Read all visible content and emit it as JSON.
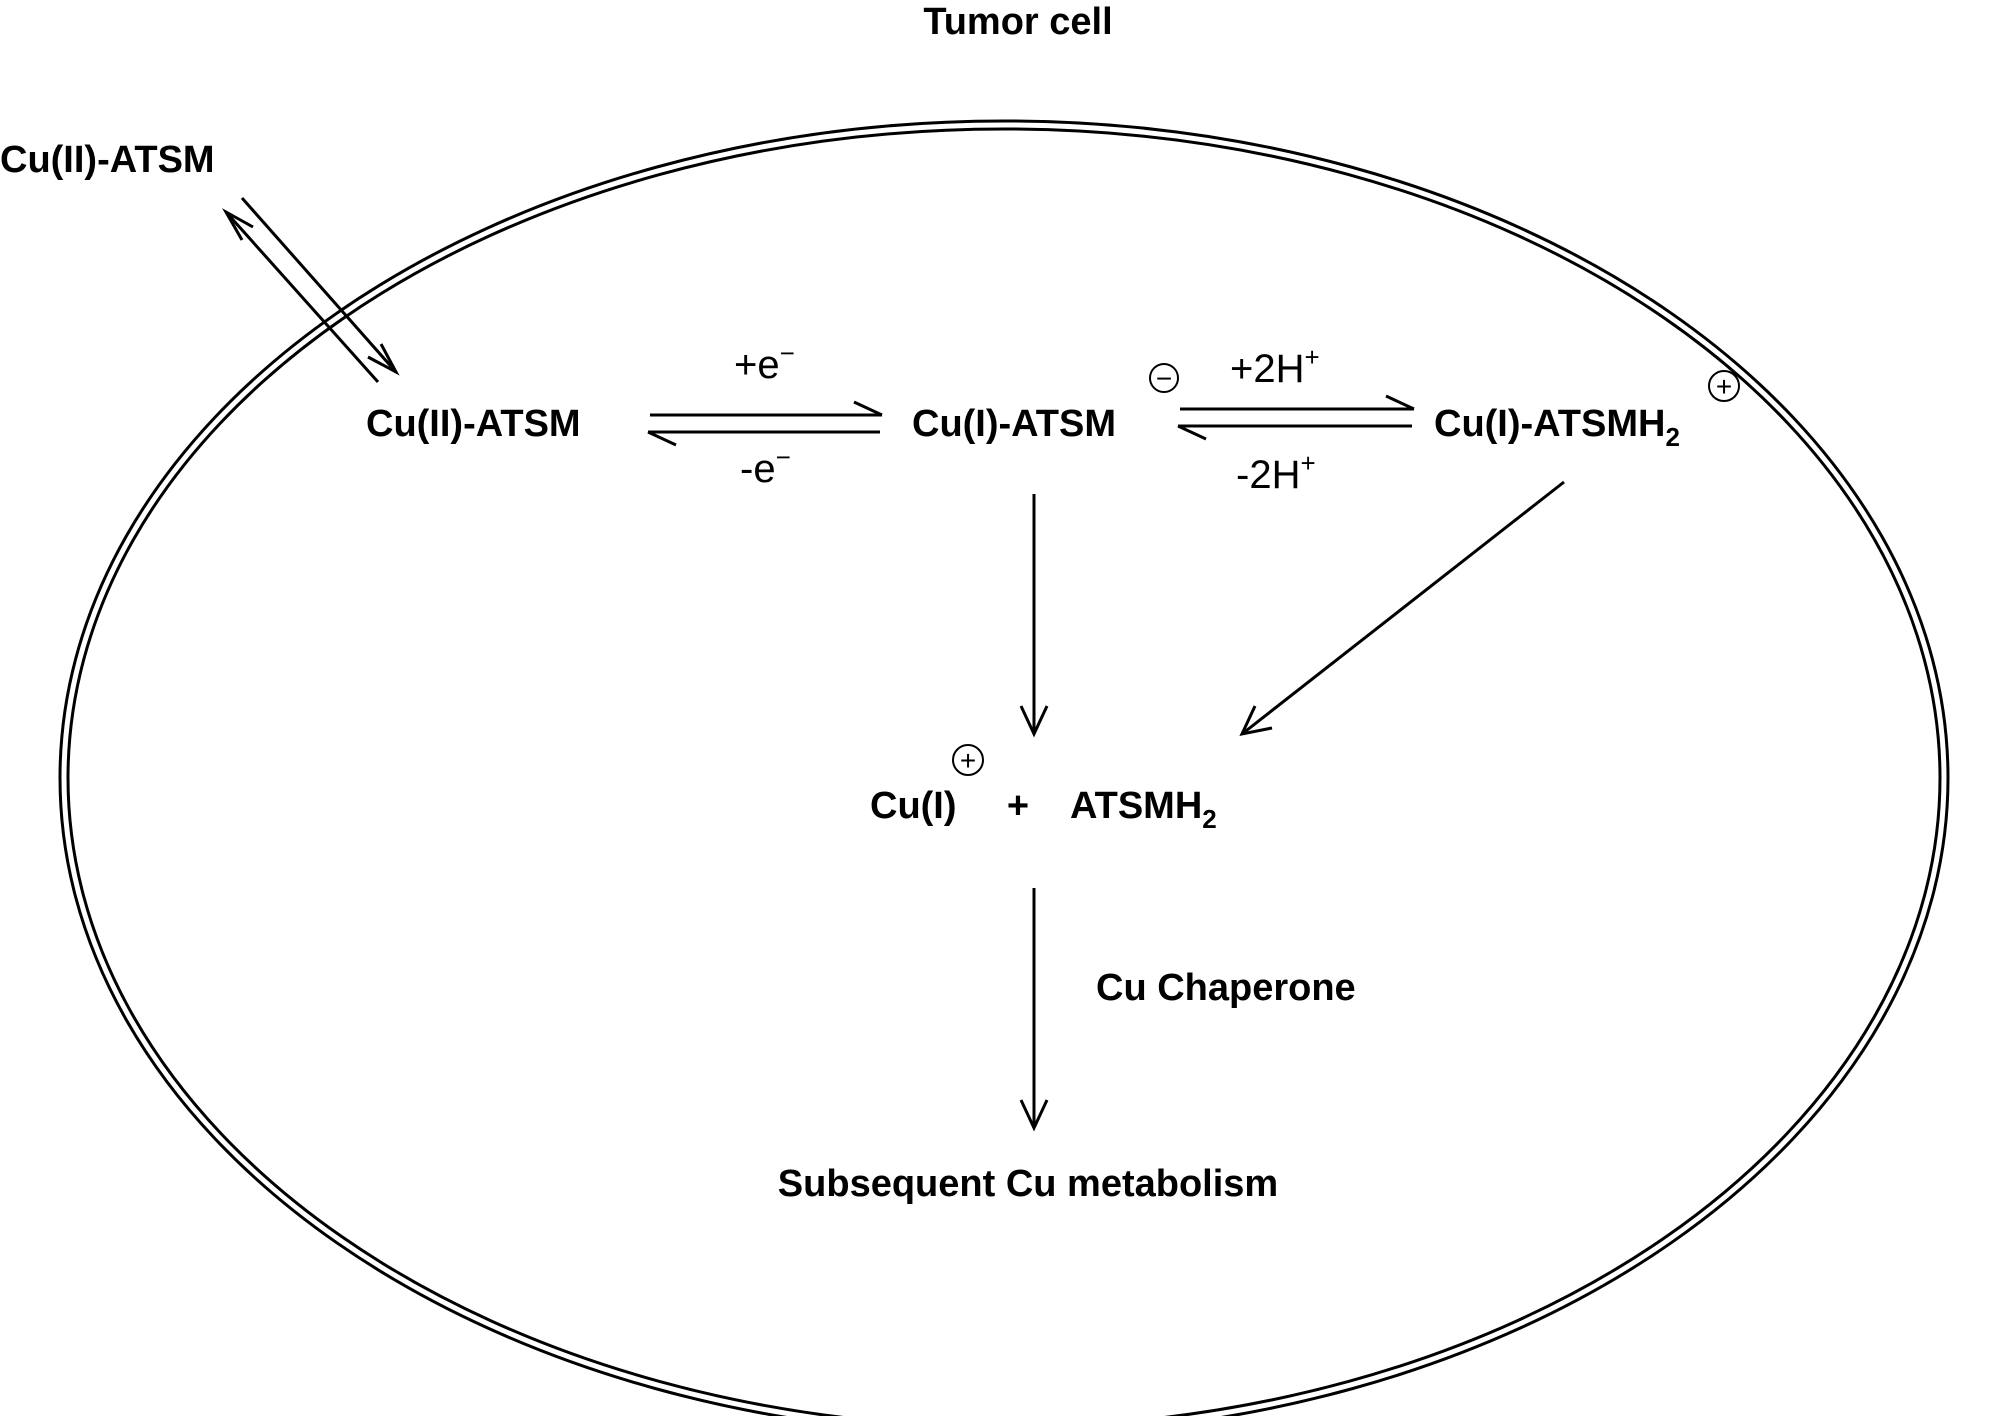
{
  "title": "Tumor cell",
  "outside_label": "Cu(II)-ATSM",
  "nodes": {
    "cu2_atsm": "Cu(II)-ATSM",
    "cu1_atsm": "Cu(I)-ATSM",
    "cu1_atsm_charge": "−",
    "cu1_atsmh2_main": "Cu(I)-ATSMH",
    "cu1_atsmh2_sub": "2",
    "cu1_atsmh2_charge": "+",
    "products_cu": "Cu(I)",
    "products_cu_charge": "+",
    "products_plus": "+",
    "products_atsmh2_main": "ATSMH",
    "products_atsmh2_sub": "2",
    "final": "Subsequent Cu metabolism"
  },
  "edges": {
    "reduction_forward": "+e",
    "reduction_forward_sup": "−",
    "reduction_reverse": "-e",
    "reduction_reverse_sup": "−",
    "protonation_forward": "+2H",
    "protonation_forward_sup": "+",
    "protonation_reverse": "-2H",
    "protonation_reverse_sup": "+",
    "chaperone": "Cu Chaperone"
  }
}
